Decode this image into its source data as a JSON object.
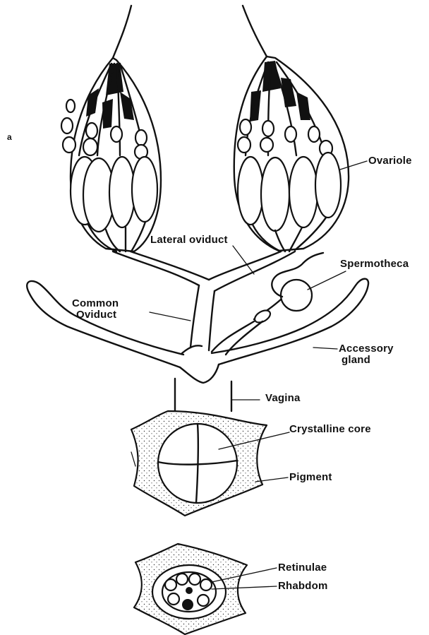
{
  "figure": {
    "panel_letter": "a",
    "labels": {
      "ovariole": "Ovariole",
      "lateral_oviduct": "Lateral oviduct",
      "spermotheca": "Spermotheca",
      "common_oviduct_line1": "Common",
      "common_oviduct_line2": "Oviduct",
      "accessory_gland_line1": "Accessory",
      "accessory_gland_line2": "gland",
      "vagina": "Vagina",
      "crystalline_core": "Crystalline core",
      "pigment": "Pigment",
      "retinulae": "Retinulae",
      "rhabdom": "Rhabdom"
    }
  }
}
